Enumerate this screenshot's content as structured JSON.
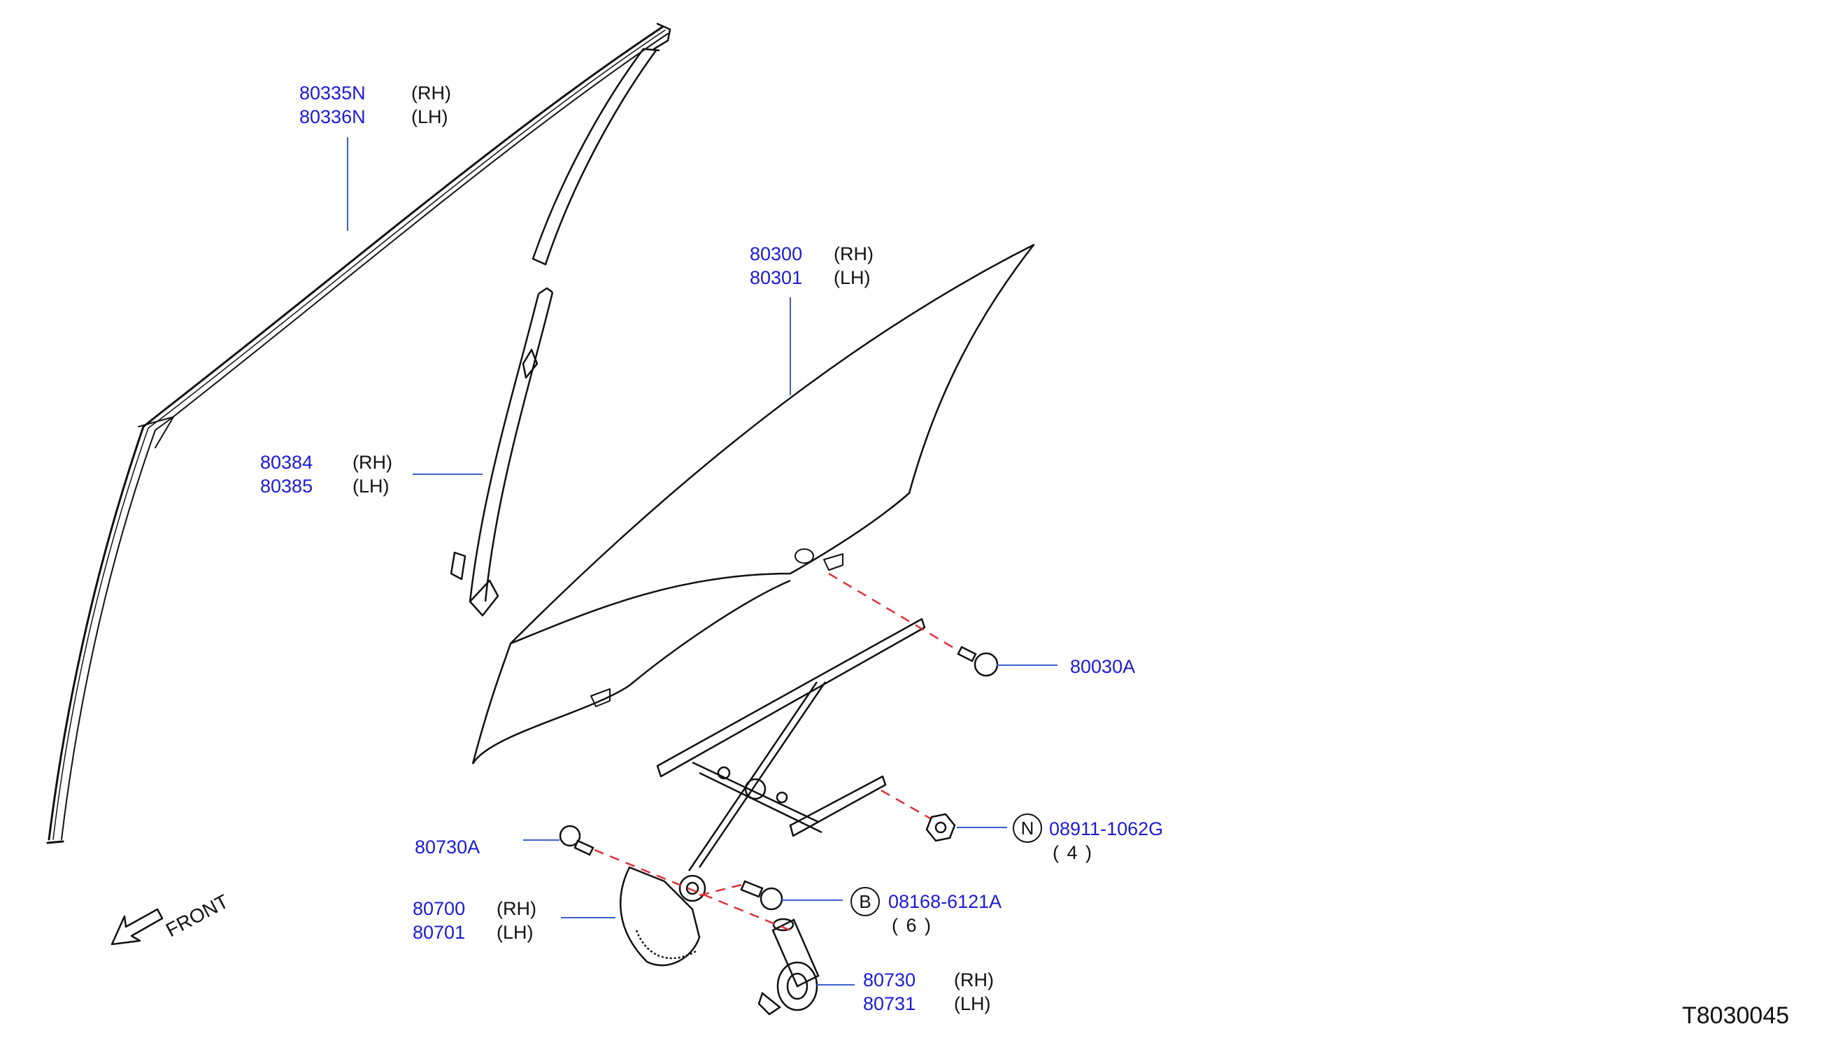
{
  "callouts": [
    {
      "id": "weatherstrip-upper",
      "part_numbers": [
        "80335N",
        "80336N"
      ],
      "sides": [
        "(RH)",
        "(LH)"
      ]
    },
    {
      "id": "sash-rear",
      "part_numbers": [
        "80384",
        "80385"
      ],
      "sides": [
        "(RH)",
        "(LH)"
      ]
    },
    {
      "id": "door-glass",
      "part_numbers": [
        "80300",
        "80301"
      ],
      "sides": [
        "(RH)",
        "(LH)"
      ]
    },
    {
      "id": "glass-bolt",
      "part_numbers": [
        "80030A"
      ]
    },
    {
      "id": "nut",
      "symbol": "N",
      "part_numbers": [
        "08911-1062G"
      ],
      "quantity": "( 4 )"
    },
    {
      "id": "bolt-regulator",
      "symbol": "B",
      "part_numbers": [
        "08168-6121A"
      ],
      "quantity": "( 6 )"
    },
    {
      "id": "motor-screw",
      "part_numbers": [
        "80730A"
      ]
    },
    {
      "id": "regulator",
      "part_numbers": [
        "80700",
        "80701"
      ],
      "sides": [
        "(RH)",
        "(LH)"
      ]
    },
    {
      "id": "motor",
      "part_numbers": [
        "80730",
        "80731"
      ],
      "sides": [
        "(RH)",
        "(LH)"
      ]
    }
  ],
  "direction_label": "FRONT",
  "diagram_code": "T8030045",
  "colors": {
    "part_number": "#1b1bd9",
    "leader": "#3a5fcd",
    "fastener_path": "#e0303a",
    "line": "#111111"
  }
}
